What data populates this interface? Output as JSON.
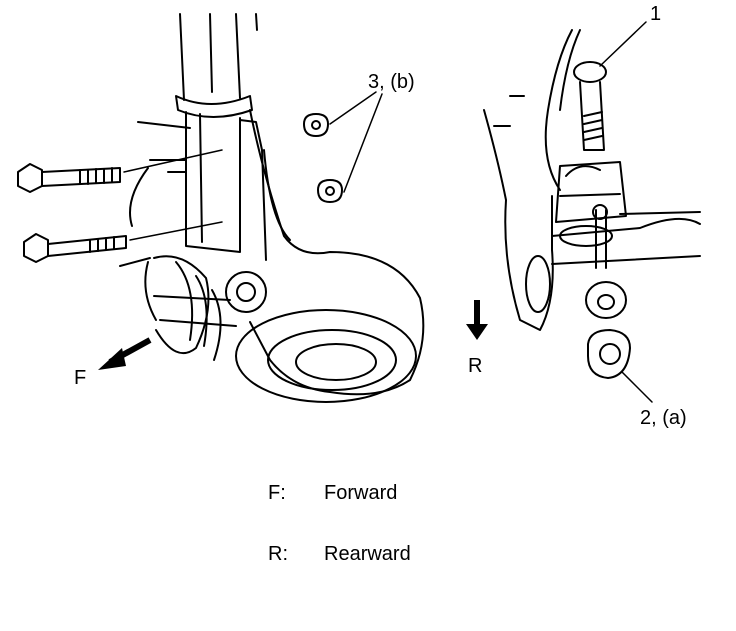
{
  "callouts": {
    "left_3b": "3, (b)",
    "right_1": "1",
    "right_2a": "2, (a)"
  },
  "arrows": {
    "forward_letter": "F",
    "rearward_letter": "R"
  },
  "legend": [
    {
      "key": "F:",
      "text": "Forward"
    },
    {
      "key": "R:",
      "text": "Rearward"
    }
  ],
  "colors": {
    "ink": "#000000",
    "paper": "#ffffff"
  }
}
